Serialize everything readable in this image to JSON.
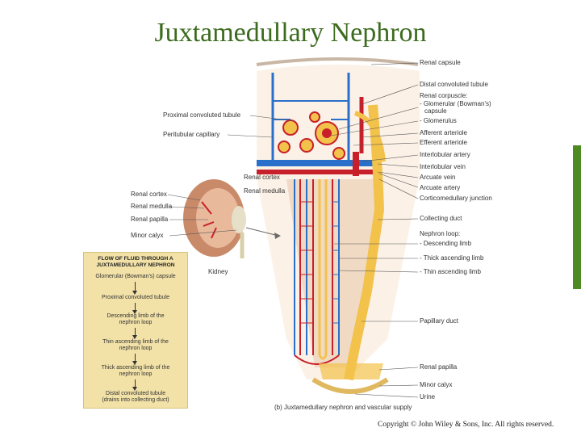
{
  "title": "Juxtamedullary Nephron",
  "labels_right": {
    "renal_capsule": "Renal capsule",
    "dct": "Distal convoluted tubule",
    "renal_corpuscle": "Renal corpuscle:",
    "glomerular_capsule": "- Glomerular (Bowman's)",
    "capsule_word": "capsule",
    "glomerulus": "- Glomerulus",
    "afferent": "Afferent arteriole",
    "efferent": "Efferent arteriole",
    "interlobular_artery": "Interlobular artery",
    "interlobular_vein": "Interlobular vein",
    "arcuate_vein": "Arcuate vein",
    "arcuate_artery": "Arcuate artery",
    "corticomedullary": "Corticomedullary junction",
    "collecting_duct": "Collecting duct",
    "nephron_loop": "Nephron loop:",
    "descending_limb": "- Descending limb",
    "thick_ascending": "- Thick ascending limb",
    "thin_ascending": "- Thin ascending limb",
    "papillary_duct": "Papillary duct",
    "renal_papilla": "Renal papilla",
    "minor_calyx": "Minor calyx",
    "urine": "Urine"
  },
  "labels_left": {
    "pct": "Proximal convoluted tubule",
    "peritubular": "Peritubular capillary",
    "renal_cortex_inner": "Renal cortex",
    "renal_medulla_inner": "Renal medulla",
    "renal_cortex": "Renal cortex",
    "renal_medulla": "Renal medulla",
    "renal_papilla": "Renal papilla",
    "minor_calyx": "Minor calyx",
    "kidney": "Kidney"
  },
  "caption": "(b) Juxtamedullary nephron and vascular supply",
  "flow": {
    "heading_1": "FLOW OF FLUID THROUGH A",
    "heading_2": "JUXTAMEDULLARY NEPHRON",
    "step_1": "Glomerular (Bowman's) capsule",
    "step_2": "Proximal convoluted tubule",
    "step_3a": "Descending limb of the",
    "step_3b": "nephron loop",
    "step_4a": "Thin ascending limb of the",
    "step_4b": "nephron loop",
    "step_5a": "Thick ascending limb of the",
    "step_5b": "nephron loop",
    "step_6a": "Distal convoluted tubule",
    "step_6b": "(drains into collecting duct)"
  },
  "copyright": "Copyright © John Wiley & Sons, Inc. All rights reserved.",
  "colors": {
    "title": "#3c6b1e",
    "artery": "#c8202a",
    "vein": "#2a6fc9",
    "tubule": "#f2c24a",
    "flow_box": "#f3e2a8",
    "accent_bar": "#4d8a1f"
  }
}
